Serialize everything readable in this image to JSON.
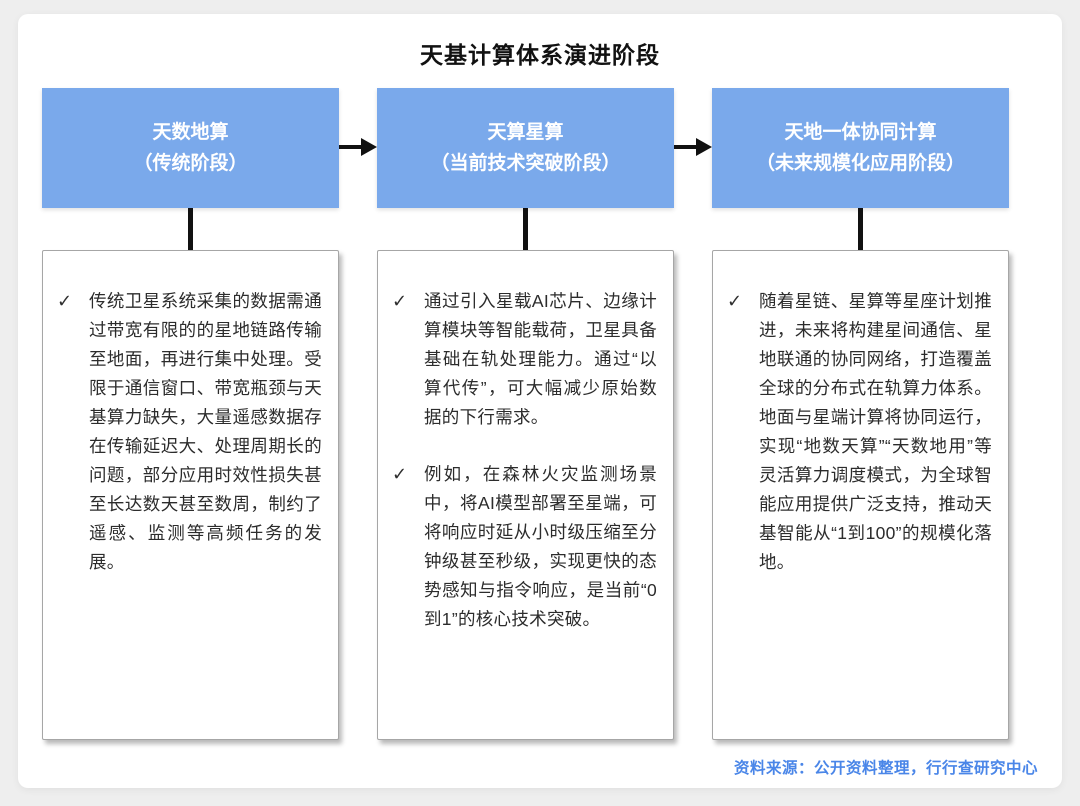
{
  "page": {
    "title": "天基计算体系演进阶段",
    "source_note": "资料来源：公开资料整理，行行查研究中心"
  },
  "colors": {
    "stage_header_blue": "#7aa9eb",
    "source_note_blue": "#4a86e8",
    "connector_black": "#111111",
    "body_text": "#2c2c2c"
  },
  "icons": {
    "checkmark": "✓",
    "flow_arrow": "right-arrow"
  },
  "stages": [
    {
      "header": {
        "line1": "天数地算",
        "line2": "（传统阶段）"
      },
      "bullets": [
        {
          "text": "传统卫星系统采集的数据需通过带宽有限的的星地链路传输至地面，再进行集中处理。受限于通信窗口、带宽瓶颈与天基算力缺失，大量遥感数据存在传输延迟大、处理周期长的问题，部分应用时效性损失甚至长达数天甚至数周，制约了遥感、监测等高频任务的发展。"
        }
      ]
    },
    {
      "header": {
        "line1": "天算星算",
        "line2": "（当前技术突破阶段）"
      },
      "bullets": [
        {
          "text": "通过引入星载AI芯片、边缘计算模块等智能载荷，卫星具备基础在轨处理能力。通过“以算代传”，可大幅减少原始数据的下行需求。"
        },
        {
          "text": "例如，在森林火灾监测场景中，将AI模型部署至星端，可将响应时延从小时级压缩至分钟级甚至秒级，实现更快的态势感知与指令响应，是当前“0到1”的核心技术突破。"
        }
      ]
    },
    {
      "header": {
        "line1": "天地一体协同计算",
        "line2": "（未来规模化应用阶段）"
      },
      "bullets": [
        {
          "text": "随着星链、星算等星座计划推进，未来将构建星间通信、星地联通的协同网络，打造覆盖全球的分布式在轨算力体系。地面与星端计算将协同运行，实现“地数天算”“天数地用”等灵活算力调度模式，为全球智能应用提供广泛支持，推动天基智能从“1到100”的规模化落地。"
        }
      ]
    }
  ]
}
